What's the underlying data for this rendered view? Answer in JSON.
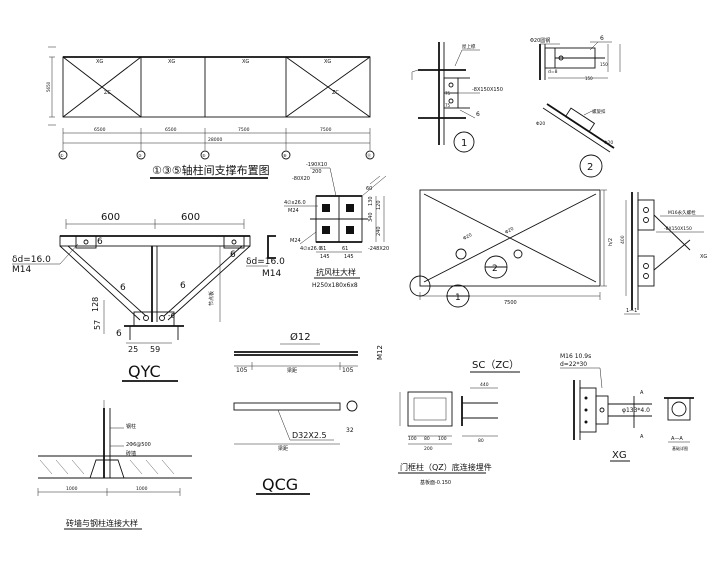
{
  "layout_plan": {
    "labels": [
      "XG",
      "XG",
      "XG",
      "XG"
    ],
    "zc": [
      "ZC",
      "ZC"
    ],
    "spans": [
      "6500",
      "6500",
      "7500",
      "7500"
    ],
    "total": "28000",
    "axes": [
      "①",
      "③",
      "⑤",
      "⑧",
      "⑪"
    ],
    "height_label": "5650",
    "title": "①③⑤轴柱间支撑布置图"
  },
  "callout_1": {
    "circle": "1",
    "top_label": "屋上檩",
    "plate": "-8X150X150",
    "dims": [
      "75",
      "75"
    ],
    "weld": "6"
  },
  "detail_phi20": {
    "rod": "Φ20圆钢",
    "plate": "d=8",
    "dims": [
      "150",
      "150"
    ],
    "weld": "6",
    "bracket_rod": "Φ20",
    "turnbuckle": "螺旋扣",
    "end_rod": "Φ20"
  },
  "qyc": {
    "title": "QYC",
    "dim_top": [
      "600",
      "600"
    ],
    "plate_thk": "δd=16.0",
    "bolt": "M14",
    "plate_thk2": "δd=16.0",
    "bolt2": "M14",
    "welds": [
      "6",
      "6",
      "6",
      "6",
      "6"
    ],
    "bottom_dims": [
      "25",
      "59"
    ],
    "side_dims": [
      "57",
      "128"
    ],
    "plate_label": "-6",
    "brace_label": "节点板"
  },
  "wind_col": {
    "title": "抗风柱大样",
    "section": "H250x180x6x8",
    "top_labels": [
      "-190X10",
      "200",
      "-80X20"
    ],
    "right_labels": [
      "-248X20",
      "145",
      "145"
    ],
    "bolt_plate": "4∅x26.0",
    "bolt_plate2": "4∅x26.0",
    "bolt": "M24",
    "bolt2": "M24",
    "dims": [
      "61",
      "61",
      "145",
      "145",
      "340",
      "240",
      "120",
      "130"
    ],
    "angle_label": "60"
  },
  "sc_detail": {
    "circle": "2",
    "width": "7500",
    "height": "h/2",
    "rod": "Φ20",
    "rod2": "Φ20",
    "callout_a": "1",
    "callout_b": "2",
    "title": "SC（ZC）"
  },
  "side_view": {
    "bolt_label": "M16永久螺栓",
    "plate": "-8X150X150",
    "dim": "400",
    "tag": "XG",
    "section": "1—1"
  },
  "qcg": {
    "title": "QCG",
    "rod_dia": "Ø12",
    "rod_len": "梁距",
    "end_dims": [
      "105",
      "105"
    ],
    "bolt": "M12",
    "pipe": "D32X2.5",
    "pipe_len": "梁距",
    "pipe_dim": "32"
  },
  "base_detail": {
    "title": "门框柱（QZ）底连接埋件",
    "elevation": "基板面-0.150",
    "dims": [
      "100",
      "80",
      "100",
      "200"
    ],
    "dims_r": [
      "440",
      "80"
    ]
  },
  "xg_detail": {
    "bolt": "M16 10.9s",
    "hole": "d=22*30",
    "tag": "XG",
    "section_mark": "A",
    "section_mark2": "A",
    "pipe": "φ133*4.0",
    "section": "A—A",
    "sub": "基础详图"
  },
  "wall_detail": {
    "title": "砖墙与钢柱连接大样",
    "rebar": "2Φ6@500",
    "col_label": "钢柱",
    "wall_label": "砖墙",
    "dims": [
      "1000",
      "1000"
    ]
  }
}
